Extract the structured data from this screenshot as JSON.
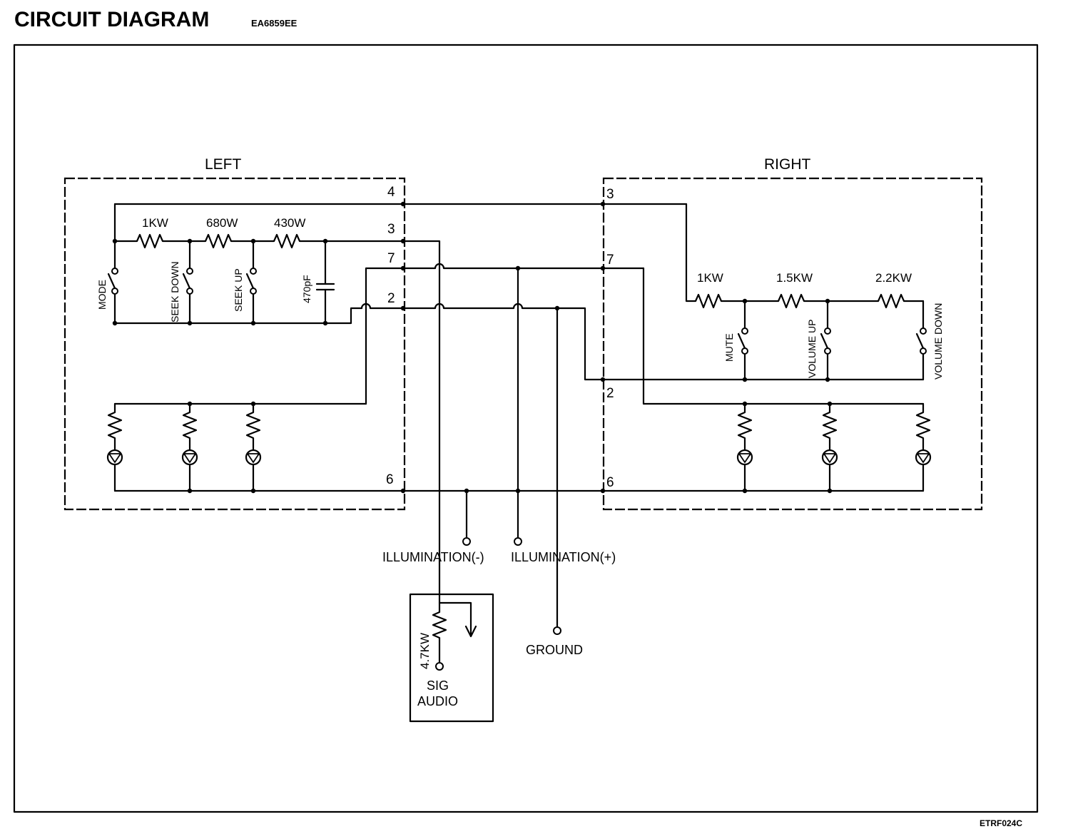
{
  "title": "CIRCUIT DIAGRAM",
  "doc_code": "EA6859EE",
  "figure_code": "ETRF024C",
  "left_box": {
    "label": "LEFT",
    "pins": {
      "p4": "4",
      "p3": "3",
      "p7": "7",
      "p2": "2",
      "p6": "6"
    },
    "resistors": {
      "r1": "1KW",
      "r2": "680W",
      "r3": "430W"
    },
    "capacitor": "470pF",
    "switches": {
      "mode": "MODE",
      "seek_down": "SEEK DOWN",
      "seek_up": "SEEK UP"
    }
  },
  "right_box": {
    "label": "RIGHT",
    "pins": {
      "p3": "3",
      "p7": "7",
      "p2": "2",
      "p6": "6"
    },
    "resistors": {
      "r1": "1KW",
      "r2": "1.5KW",
      "r3": "2.2KW"
    },
    "switches": {
      "mute": "MUTE",
      "volume_up": "VOLUME UP",
      "volume_down": "VOLUME DOWN"
    }
  },
  "terminals": {
    "illumination_neg": "ILLUMINATION(-)",
    "illumination_pos": "ILLUMINATION(+)",
    "ground": "GROUND"
  },
  "audio_box": {
    "resistor": "4.7KW",
    "sig_line1": "SIG",
    "sig_line2": "AUDIO"
  }
}
